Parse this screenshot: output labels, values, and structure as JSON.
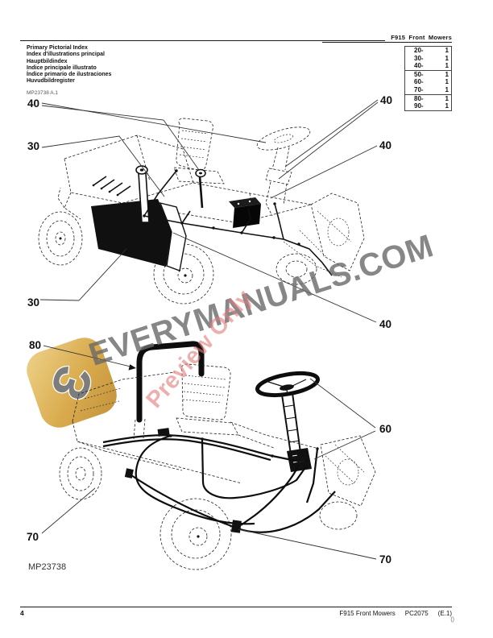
{
  "header": {
    "title": "F915 Front Mowers"
  },
  "index_block": {
    "lines": [
      "Primary Pictorial Index",
      "Index d'illustrations principal",
      "Hauptbildindex",
      "Indice principale illustrato",
      "Índice primario de ilustraciones",
      "Huvudbildregister"
    ],
    "ref": "MP23738 A.1"
  },
  "page_index_table": {
    "groups": [
      {
        "rows": [
          {
            "section": "20-",
            "page": "1"
          },
          {
            "section": "30-",
            "page": "1"
          },
          {
            "section": "40-",
            "page": "1"
          }
        ]
      },
      {
        "rows": [
          {
            "section": "50-",
            "page": "1"
          },
          {
            "section": "60-",
            "page": "1"
          },
          {
            "section": "70-",
            "page": "1"
          }
        ]
      },
      {
        "rows": [
          {
            "section": "80-",
            "page": "1"
          },
          {
            "section": "90-",
            "page": "1"
          }
        ]
      }
    ]
  },
  "callouts": {
    "n30": "30",
    "n40": "40",
    "n60": "60",
    "n70": "70",
    "n80": "80"
  },
  "figure": {
    "id": "MP23738"
  },
  "watermark": {
    "site": "EVERYMANUALS.COM",
    "preview": "Preview Only",
    "logo_letter": "Ɛ"
  },
  "colors": {
    "watermark_gray": "#6a6a6a",
    "preview_red": "#e27a7a",
    "logo_gold": "#d9ab4e",
    "line_black": "#1a1a1a"
  },
  "footer": {
    "page_number": "4",
    "title": "F915 Front Mowers",
    "catalog": "PC2075",
    "edition": "(E.1)",
    "corner_mark": "()"
  }
}
